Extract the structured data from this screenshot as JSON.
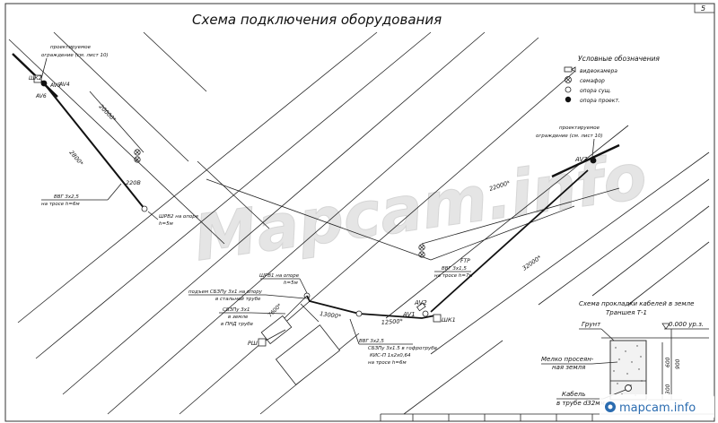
{
  "title": "Схема подключения оборудования",
  "sheet_number": "5",
  "legend": {
    "title": "Условные обозначения",
    "items": [
      {
        "icon": "camera-icon",
        "label": "видеокамера"
      },
      {
        "icon": "traffic-light-icon",
        "label": "семафор"
      },
      {
        "icon": "existing-pole-icon",
        "label": "опора сущ."
      },
      {
        "icon": "projected-pole-icon",
        "label": "опора проект."
      }
    ]
  },
  "left_group": {
    "fence_note_1": "проектируемое",
    "fence_note_2": "ограждение (см. лист 10)",
    "box": "ШК2",
    "av5": "AV5",
    "av4": "AV4",
    "av6": "AV6",
    "dim_a": "20000*",
    "dim_b": "2800*",
    "voltage": "220В",
    "cable_1": "ВВГ 3х2,5",
    "cable_2": "на тросе h=6м",
    "panel_1": "ШРВ2 на опоре",
    "panel_2": "h=5м"
  },
  "right_group": {
    "fence_note_1": "проектируемое",
    "fence_note_2": "ограждение (см. лист 10)",
    "av3": "AV3",
    "dim_22000": "22000*",
    "dim_32000": "32000*",
    "ftp": "FTP",
    "cable_1": "ВВГ 3х1,5",
    "cable_2": "на тросе h=7м"
  },
  "center_group": {
    "panel_1": "ШРВ1 на опоре",
    "panel_2": "h=5м",
    "riser_1": "подъем СБЗПу 3х1 на опору",
    "riser_2": "в стальной трубе",
    "ground_1": "СБЗПу 3х1",
    "ground_2": "в земле",
    "ground_3": "в ПНД трубе",
    "dim_7600": "7600*",
    "dim_13000": "13000*",
    "dim_12500": "12500*",
    "av2": "AV2",
    "av1": "AV1",
    "box_1": "ШК1",
    "box_rsh": "РШ",
    "cable_a1": "ВВГ 3х2,5",
    "cable_a2": "СБЗПу 3х1.5 в гофротрубе",
    "cable_a3": "КИС-П 1х2х0,64",
    "cable_a4": "на тросе h=6м"
  },
  "trench": {
    "title": "Схема прокладки кабелей в земле",
    "subtitle": "Траншея Т-1",
    "ground": "Грунт",
    "level": "0.000 ур.з.",
    "soil_1": "Мелко просеян-",
    "soil_2": "ная земля",
    "cable_1": "Кабель",
    "cable_2": "в трубе d32мм",
    "dim_900": "900",
    "dim_600": "600",
    "dim_300": "300"
  },
  "watermark": "Mapcam.info",
  "footer_brand": "mapcam.info"
}
